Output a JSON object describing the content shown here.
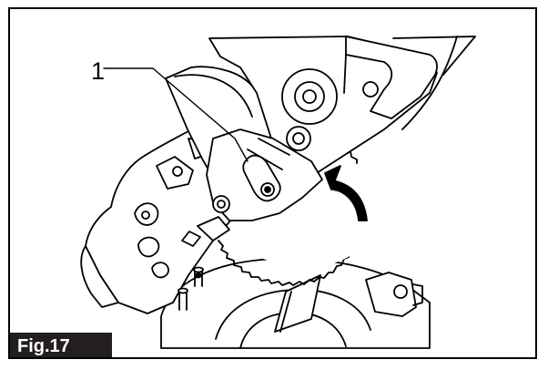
{
  "figure": {
    "label": "Fig.17",
    "callouts": [
      {
        "number": "1",
        "target": "blade-guard-lock-lever"
      }
    ],
    "colors": {
      "ink": "#000000",
      "paper": "#ffffff",
      "label_background": "#231f20",
      "label_text": "#ffffff"
    }
  }
}
